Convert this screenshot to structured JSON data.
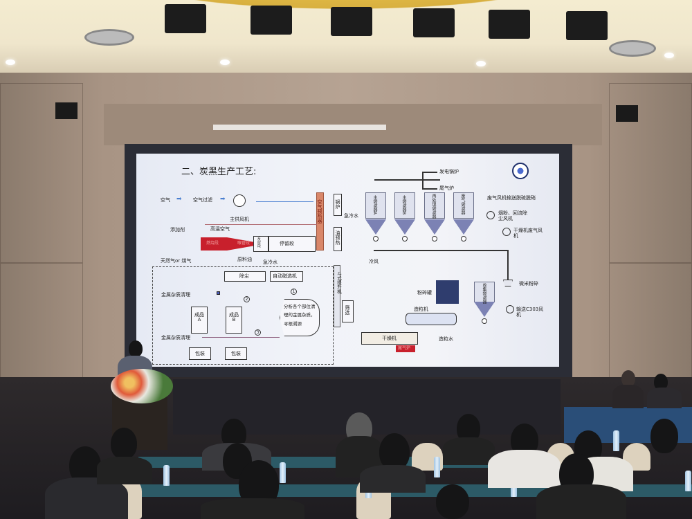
{
  "slide": {
    "title": "二、炭黑生产工艺:",
    "air": "空气",
    "air_filter": "空气过滤",
    "main_fan": "主供风机",
    "air_preheater": "空气预热器",
    "boiler": "锅炉",
    "oil_preheat": "油预热",
    "additive": "添加剂",
    "hot_air": "高温空气",
    "combustion": "燃烧段",
    "throat": "喉管段",
    "reaction": "反应段",
    "residence": "停留段",
    "gas": "天然气or 煤气",
    "feed_oil": "原料油",
    "quench_water": "急冷水",
    "quench_water_2": "急冷水",
    "filters": [
      "主袋滤器A",
      "主袋滤器B",
      "再处理袋滤器",
      "废气袋滤器"
    ],
    "power_boiler": "发电锅炉",
    "tail_furnace": "尾气炉",
    "exhaust_fan": "废气风机输送脱硫脱硝",
    "dust_fan": "烟粉、回流除尘风机",
    "dryer_fan": "干燥机废气风机",
    "cold_air": "冷风",
    "dedust": "除尘",
    "magnetic": "自动磁选机",
    "metal_clean_1": "金属杂质清理",
    "metal_clean_2": "金属杂质清理",
    "product_a": "成品A",
    "product_b": "成品B",
    "analysis": "分析各个部位清理的金属杂质，寻根溯源",
    "pack_a": "包装",
    "pack_b": "包装",
    "step1": "1",
    "step2": "2",
    "step3": "3",
    "elevator": "斗式提升机",
    "screen": "筛选",
    "dryer": "干燥机",
    "tail_furnace_2": "尾气炉",
    "pelletizer": "造粒机",
    "pellet_water": "造粒水",
    "crush_tank": "粉碎罐",
    "collect_filter": "收集袋滤器",
    "micro_crush": "微米粉碎",
    "conveyor_fan": "输送C303风机"
  },
  "colors": {
    "furnace": "#c8202c",
    "preheater": "#d9876a",
    "filter_cone": "#7c82b4",
    "tank": "#2f3d6e",
    "table_cloth": "#2a4e78"
  }
}
